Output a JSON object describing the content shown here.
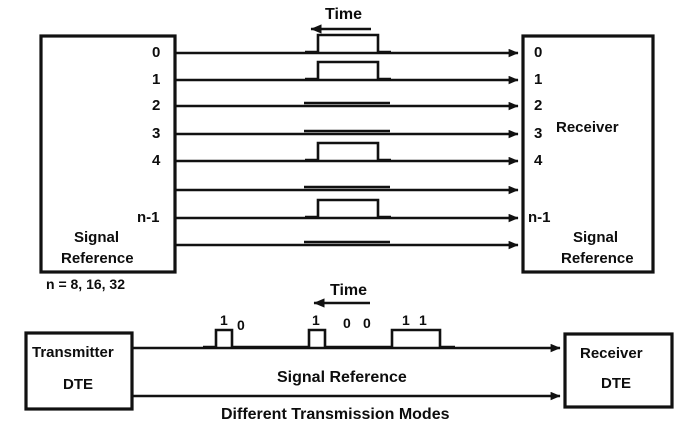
{
  "diagram": {
    "title": "Different Transmission Modes",
    "stroke_color": "#111111",
    "background": "#ffffff"
  },
  "parallel_section": {
    "time_label": "Time",
    "transmitter_box": {
      "line1": "Signal",
      "line2": "Reference"
    },
    "transmitter_note": "n = 8,  16,  32",
    "receiver_box": {
      "title": "Receiver",
      "line1": "Signal",
      "line2": "Reference"
    },
    "lines": [
      {
        "label": "0",
        "waveform": "pulse-high"
      },
      {
        "label": "1",
        "waveform": "pulse-high"
      },
      {
        "label": "2",
        "waveform": "level-high"
      },
      {
        "label": "3",
        "waveform": "level-high"
      },
      {
        "label": "4",
        "waveform": "pulse-high"
      },
      {
        "label": "",
        "waveform": "level-high"
      },
      {
        "label": "n-1",
        "waveform": "pulse-high"
      },
      {
        "label": "",
        "waveform": "level-high"
      }
    ],
    "receiver_labels": [
      "0",
      "1",
      "2",
      "3",
      "4",
      "",
      "n-1",
      ""
    ]
  },
  "serial_section": {
    "time_label": "Time",
    "transmitter_box": {
      "line1": "Transmitter",
      "line2": "DTE"
    },
    "receiver_box": {
      "line1": "Receiver",
      "line2": "DTE"
    },
    "signal_reference_label": "Signal Reference",
    "bits": [
      "1",
      "0",
      "1",
      "0",
      "0",
      "1",
      "1"
    ]
  }
}
